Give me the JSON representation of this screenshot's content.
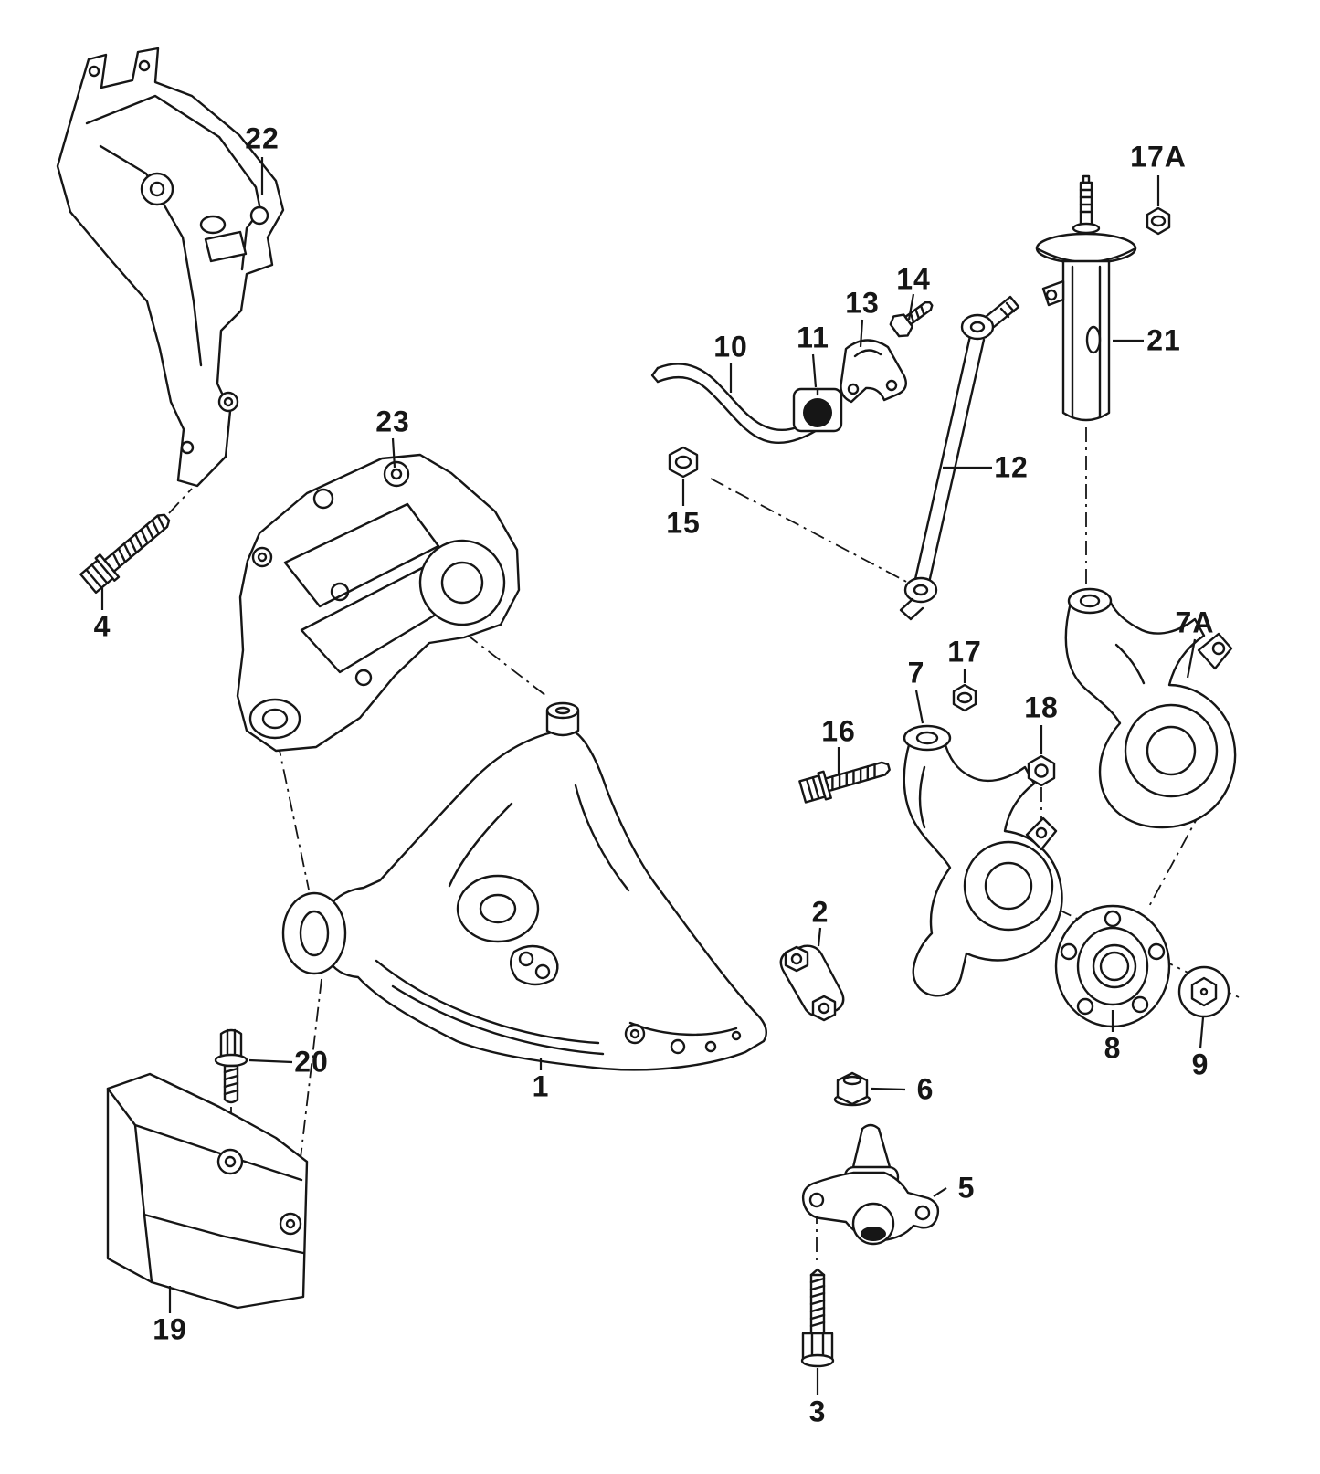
{
  "diagram": {
    "kind": "exploded-parts-line-drawing",
    "colors": {
      "background": "#ffffff",
      "line": "#161616"
    },
    "labels": {
      "l1": {
        "text": "1"
      },
      "l2": {
        "text": "2"
      },
      "l3": {
        "text": "3"
      },
      "l4": {
        "text": "4"
      },
      "l5": {
        "text": "5"
      },
      "l6": {
        "text": "6"
      },
      "l7": {
        "text": "7"
      },
      "l7a": {
        "text": "7A"
      },
      "l8": {
        "text": "8"
      },
      "l9": {
        "text": "9"
      },
      "l10": {
        "text": "10"
      },
      "l11": {
        "text": "11"
      },
      "l12": {
        "text": "12"
      },
      "l13": {
        "text": "13"
      },
      "l14": {
        "text": "14"
      },
      "l15": {
        "text": "15"
      },
      "l16": {
        "text": "16"
      },
      "l17": {
        "text": "17"
      },
      "l17a": {
        "text": "17A"
      },
      "l18": {
        "text": "18"
      },
      "l19": {
        "text": "19"
      },
      "l20": {
        "text": "20"
      },
      "l21": {
        "text": "21"
      },
      "l22": {
        "text": "22"
      },
      "l23": {
        "text": "23"
      }
    }
  }
}
